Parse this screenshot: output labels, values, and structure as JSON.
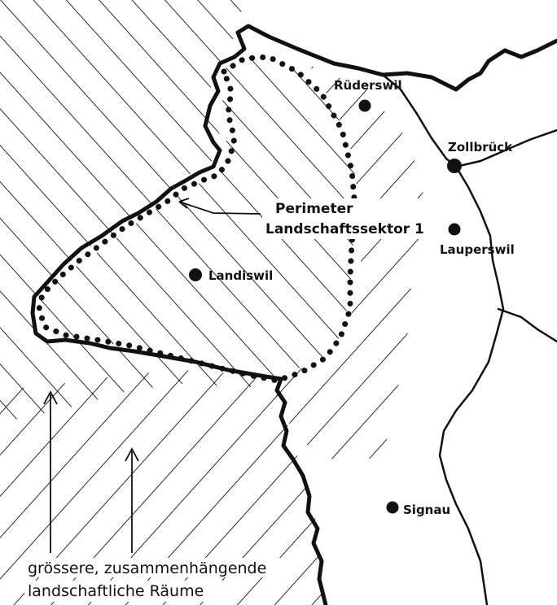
{
  "colors": {
    "ink": "#111111",
    "paper": "#ffffff"
  },
  "map": {
    "places": {
      "ruederswil": "Rüderswil",
      "zollbrueck": "Zollbrück",
      "lauperswil": "Lauperswil",
      "landiswil": "Landiswil",
      "signau": "Signau"
    },
    "perimeter_label": {
      "line1": "Perimeter",
      "line2": "Landschaftssektor 1"
    },
    "caption": {
      "line1": "grössere, zusammenhängende",
      "line2": "landschaftliche Räume"
    }
  }
}
